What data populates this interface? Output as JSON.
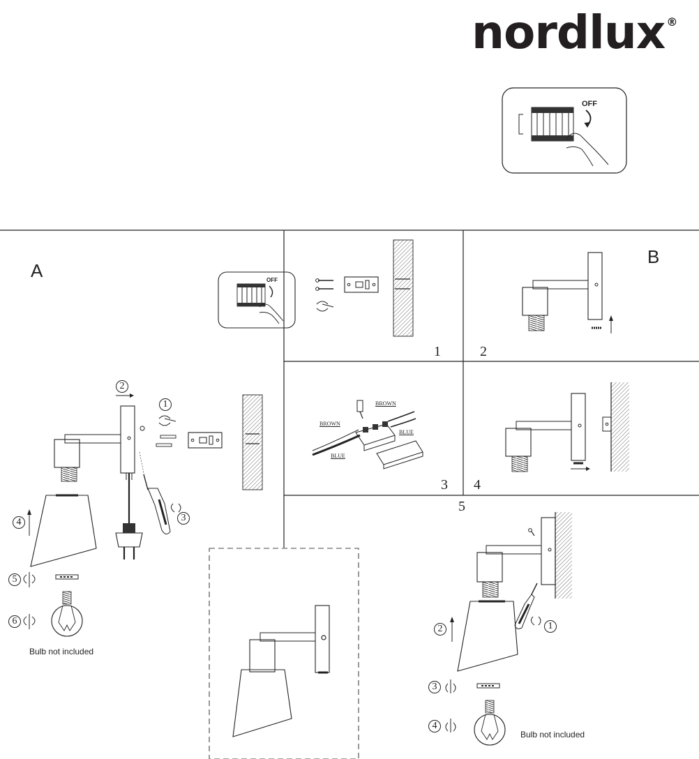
{
  "brand": {
    "logo_text": "nordlux",
    "logo_mark": "®"
  },
  "switch_panel": {
    "off_label": "OFF"
  },
  "section_a": {
    "letter": "A"
  },
  "section_b": {
    "letter": "B"
  },
  "steps": {
    "s1": "1",
    "s2": "2",
    "s3": "3",
    "s4": "4",
    "s5": "5"
  },
  "section_a_markers": {
    "m1": "1",
    "m2": "2",
    "m3": "3",
    "m4": "4",
    "m5": "5",
    "m6": "6"
  },
  "step5_markers": {
    "m1": "1",
    "m2": "2",
    "m3": "3",
    "m4": "4"
  },
  "wiring": {
    "brown": "BROWN",
    "blue": "BLUE"
  },
  "notes": {
    "bulb": "Bulb not included"
  },
  "icons": [
    "switch-off-icon",
    "hand-icon",
    "screw-icon",
    "wall-plug-icon",
    "screwdriver-icon",
    "rotate-icon",
    "arrow-up-icon",
    "mounting-plate-icon",
    "plug-icon",
    "bulb-icon",
    "terminal-block-icon",
    "lamp-shade-icon"
  ],
  "colors": {
    "ink": "#1a1a1a",
    "background": "#ffffff"
  }
}
